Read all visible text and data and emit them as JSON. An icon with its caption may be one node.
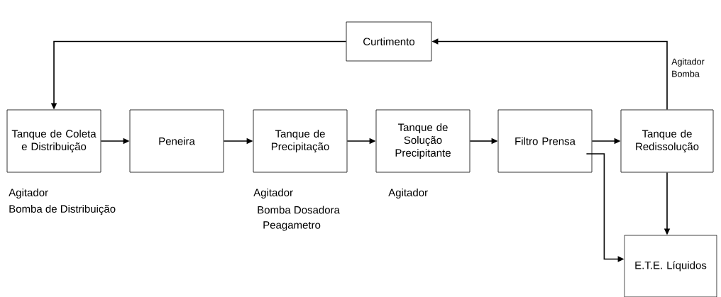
{
  "diagram": {
    "nodes": [
      {
        "text": [
          "Curtimento"
        ]
      },
      {
        "text": [
          "Tanque de Coleta e Distribuição"
        ],
        "beside": [
          "Agitador",
          "Bomba de Distribuição"
        ]
      },
      {
        "text": [
          "Peneira"
        ]
      },
      {
        "text": [
          "Tanque de Precipitação"
        ],
        "beside": [
          "Agitador",
          "Bomba Dosadora",
          "Peagametro"
        ]
      },
      {
        "text": [
          "Tanque de Solução Precipitante"
        ],
        "beside": [
          "Agitador"
        ]
      },
      {
        "text": [
          "Filtro Prensa"
        ]
      },
      {
        "text": [
          "Tanque de Redissolução"
        ],
        "beside": [
          "Agitador",
          "Bomba"
        ]
      },
      {
        "text": [
          "E.T.E. Líquidos"
        ]
      }
    ],
    "edges": [
      {
        "from": 1,
        "to": 2,
        "arrow": "to"
      },
      {
        "from": 2,
        "to": 3,
        "arrow": "to"
      },
      {
        "from": 3,
        "to": 4,
        "arrow": "to"
      },
      {
        "from": 4,
        "to": 5,
        "arrow": "to"
      },
      {
        "from": 5,
        "to": 6,
        "arrow": "to"
      },
      {
        "from": 6,
        "to": 0,
        "arrow": "to"
      },
      {
        "from": 0,
        "to": 1,
        "arrow": "to"
      },
      {
        "from": 6,
        "to": 7,
        "arrow": "to"
      },
      {
        "from": 5,
        "to": 7,
        "arrow": "to"
      }
    ]
  }
}
